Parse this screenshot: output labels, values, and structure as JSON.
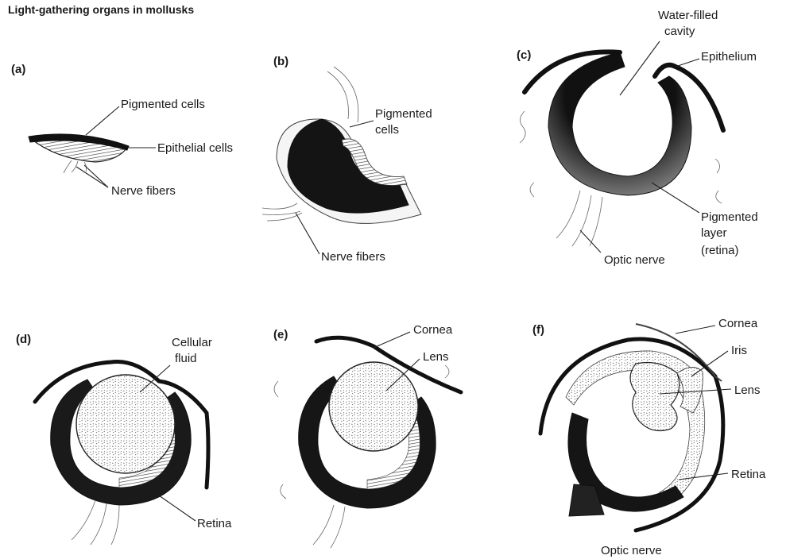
{
  "title": "Light-gathering organs in mollusks",
  "panels": {
    "a": {
      "letter": "(a)",
      "labels": [
        "Pigmented cells",
        "Epithelial cells",
        "Nerve fibers"
      ]
    },
    "b": {
      "letter": "(b)",
      "labels": [
        "Pigmented",
        "cells",
        "Nerve fibers"
      ]
    },
    "c": {
      "letter": "(c)",
      "labels": [
        "Water-filled",
        "cavity",
        "Epithelium",
        "Pigmented",
        "layer",
        "(retina)",
        "Optic nerve"
      ]
    },
    "d": {
      "letter": "(d)",
      "labels": [
        "Cellular",
        "fluid",
        "Retina"
      ]
    },
    "e": {
      "letter": "(e)",
      "labels": [
        "Cornea",
        "Lens"
      ]
    },
    "f": {
      "letter": "(f)",
      "labels": [
        "Cornea",
        "Iris",
        "Lens",
        "Retina",
        "Optic nerve"
      ]
    }
  }
}
